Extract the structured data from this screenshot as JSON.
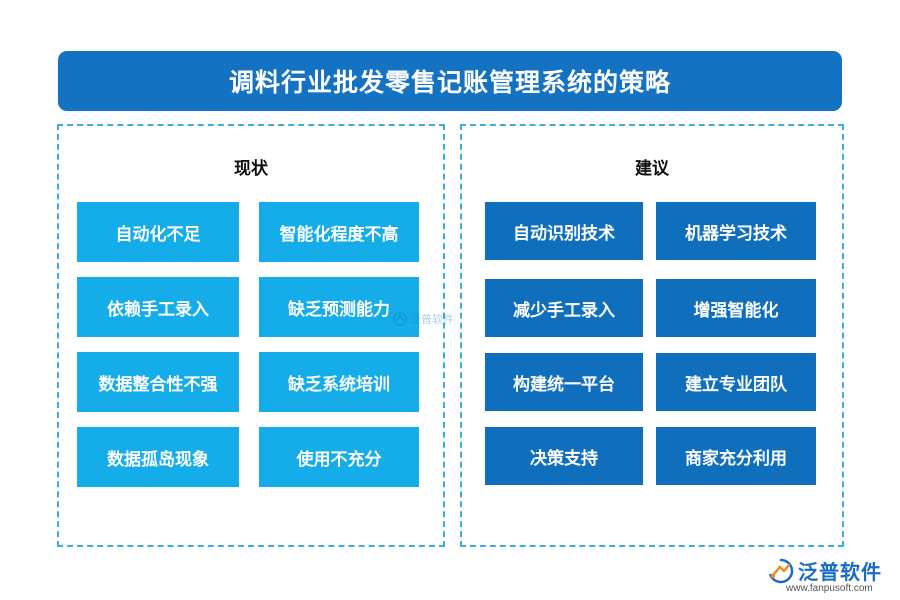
{
  "title": "调料行业批发零售记账管理系统的策略",
  "left_panel": {
    "heading": "现状",
    "items": [
      "自动化不足",
      "智能化程度不高",
      "依赖手工录入",
      "缺乏预测能力",
      "数据整合性不强",
      "缺乏系统培训",
      "数据孤岛现象",
      "使用不充分"
    ]
  },
  "right_panel": {
    "heading": "建议",
    "items": [
      "自动识别技术",
      "机器学习技术",
      "减少手工录入",
      "增强智能化",
      "构建统一平台",
      "建立专业团队",
      "决策支持",
      "商家充分利用"
    ]
  },
  "watermark": {
    "text": "泛普软件"
  },
  "logo": {
    "name": "泛普软件",
    "url": "www.fanpusoft.com"
  },
  "colors": {
    "title_bg": "#1472c2",
    "light_box": "#14adea",
    "dark_box": "#106fbd",
    "dash": "#3aaee0"
  }
}
